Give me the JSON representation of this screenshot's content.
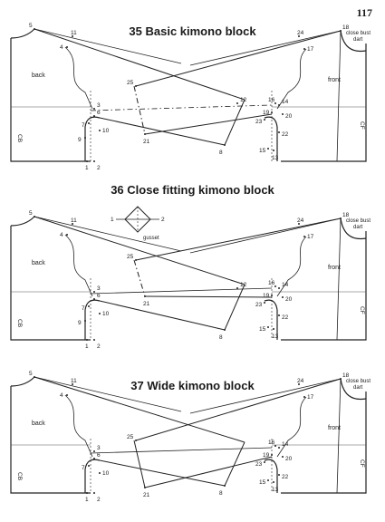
{
  "page_number": "117",
  "labels": {
    "back": "back",
    "front": "front",
    "cb": "CB",
    "cf": "CF",
    "close_bust_dart": [
      "close bust",
      "dart"
    ],
    "gusset": "gusset"
  },
  "blocks": [
    {
      "title": "35 Basic kimono block",
      "points": [
        "1",
        "2",
        "3",
        "4",
        "5",
        "6",
        "7",
        "8",
        "9",
        "10",
        "11",
        "12",
        "13",
        "14",
        "15",
        "16",
        "17",
        "18",
        "19",
        "20",
        "21",
        "22",
        "23",
        "24",
        "25"
      ]
    },
    {
      "title": "36 Close fitting kimono block",
      "points": [
        "1",
        "2",
        "3",
        "4",
        "5",
        "6",
        "7",
        "8",
        "9",
        "10",
        "11",
        "12",
        "13",
        "14",
        "15",
        "16",
        "17",
        "18",
        "19",
        "20",
        "21",
        "22",
        "23",
        "24",
        "25"
      ],
      "gusset_points": [
        "1",
        "2"
      ]
    },
    {
      "title": "37 Wide kimono block",
      "points": [
        "1",
        "2",
        "3",
        "4",
        "5",
        "6",
        "7",
        "8",
        "10",
        "11",
        "13",
        "14",
        "15",
        "16",
        "17",
        "18",
        "19",
        "20",
        "21",
        "22",
        "23",
        "24",
        "25"
      ]
    }
  ]
}
